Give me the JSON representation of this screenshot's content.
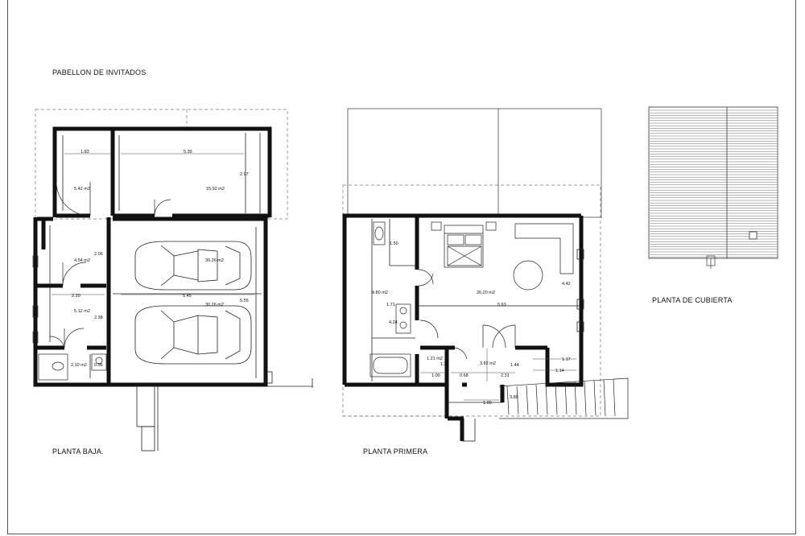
{
  "titles": {
    "header": "PABELLON DE INVITADOS",
    "ground": "PLANTA BAJA.",
    "first": "PLANTA PRIMERA",
    "roof": "PLANTA DE CUBIERTA"
  },
  "ground_floor": {
    "dims": [
      "1.83",
      "5.35",
      "2.97",
      "2.06",
      "2.20",
      "5.45",
      "5.55",
      "2.38"
    ],
    "areas": [
      "5.42 m2",
      "15.92 m2",
      "4.54 m2",
      "30.26 m2",
      "30.26 m2",
      "5.12 m2",
      "2.10 m2"
    ],
    "small": [
      "0.96"
    ]
  },
  "first_floor": {
    "dims": [
      "1.50",
      "1.71",
      "4.24",
      "5.63",
      "4.42",
      "1.21",
      "1.00",
      "0.68",
      "2.31",
      "1.44",
      "1.17",
      "1.14",
      "1.00",
      "3.80"
    ],
    "areas": [
      "9.80 m2",
      "26.20 m2",
      "1.21 m2",
      "3.82 m2"
    ]
  },
  "colors": {
    "wall": "#111111",
    "line": "#222222",
    "dashed": "#777777",
    "background": "#ffffff"
  }
}
